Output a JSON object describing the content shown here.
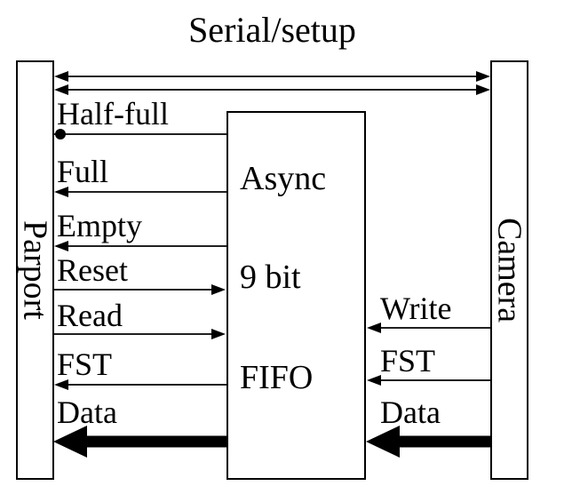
{
  "title": "Serial/setup",
  "colors": {
    "ink": "#000000",
    "background": "#ffffff"
  },
  "parport_label": "Parport",
  "camera_label": "Camera",
  "fifo": {
    "line1": "Async",
    "line2": "9 bit",
    "line3": "FIFO"
  },
  "top_links": [
    {
      "style": "double-arrow",
      "from": "Parport",
      "to": "Camera"
    },
    {
      "style": "double-arrow",
      "from": "Parport",
      "to": "Camera"
    }
  ],
  "left_signals": [
    {
      "label": "Half-full",
      "direction": "fifo-to-parport",
      "terminator": "dot"
    },
    {
      "label": "Full",
      "direction": "fifo-to-parport",
      "terminator": "arrow"
    },
    {
      "label": "Empty",
      "direction": "fifo-to-parport",
      "terminator": "arrow"
    },
    {
      "label": "Reset",
      "direction": "parport-to-fifo",
      "terminator": "arrow"
    },
    {
      "label": "Read",
      "direction": "parport-to-fifo",
      "terminator": "arrow"
    },
    {
      "label": "FST",
      "direction": "fifo-to-parport",
      "terminator": "arrow"
    },
    {
      "label": "Data",
      "direction": "fifo-to-parport",
      "terminator": "thick-arrow"
    }
  ],
  "right_signals": [
    {
      "label": "Write",
      "direction": "camera-to-fifo",
      "terminator": "arrow"
    },
    {
      "label": "FST",
      "direction": "camera-to-fifo",
      "terminator": "arrow"
    },
    {
      "label": "Data",
      "direction": "camera-to-fifo",
      "terminator": "thick-arrow"
    }
  ]
}
